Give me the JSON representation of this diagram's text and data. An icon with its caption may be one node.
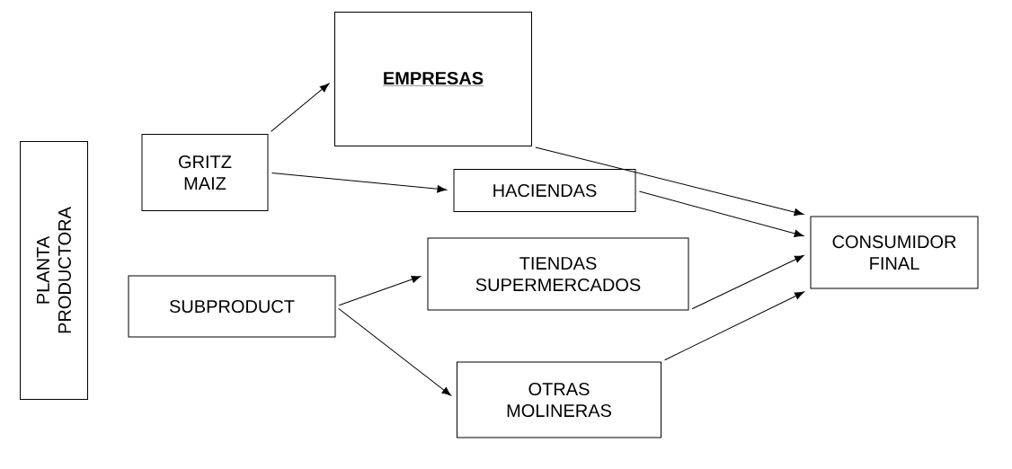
{
  "diagram": {
    "nodes": [
      {
        "text": [
          "PLANTA PRODUCTORA"
        ]
      },
      {
        "text": [
          "GRITZ MAIZ"
        ]
      },
      {
        "text": [
          "SUBPRODUCT"
        ]
      },
      {
        "text": [
          "EMPRESAS"
        ]
      },
      {
        "text": [
          "HACIENDAS"
        ]
      },
      {
        "text": [
          "TIENDAS SUPERMERCADOS"
        ]
      },
      {
        "text": [
          "OTRAS MOLINERAS"
        ]
      },
      {
        "text": [
          "CONSUMIDOR FINAL"
        ]
      }
    ],
    "edges": [
      {
        "from": 1,
        "to": 3,
        "arrow": "to"
      },
      {
        "from": 1,
        "to": 4,
        "arrow": "to"
      },
      {
        "from": 2,
        "to": 5,
        "arrow": "to"
      },
      {
        "from": 2,
        "to": 6,
        "arrow": "to"
      },
      {
        "from": 3,
        "to": 7,
        "arrow": "to"
      },
      {
        "from": 4,
        "to": 7,
        "arrow": "to"
      },
      {
        "from": 5,
        "to": 7,
        "arrow": "to"
      },
      {
        "from": 6,
        "to": 7,
        "arrow": "to"
      }
    ]
  }
}
